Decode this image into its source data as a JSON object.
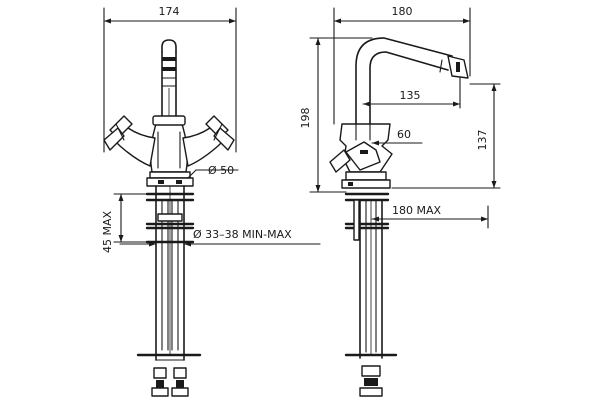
{
  "dimensions": {
    "front_width": "174",
    "base_diameter": "Ø 50",
    "base_height_max": "45 MAX",
    "hole_diameter": "Ø 33–38  MIN-MAX",
    "side_width": "180",
    "total_height": "198",
    "spout_reach": "135",
    "handle_height": "60",
    "spout_height": "137",
    "rod_reach_max": "180 MAX"
  }
}
